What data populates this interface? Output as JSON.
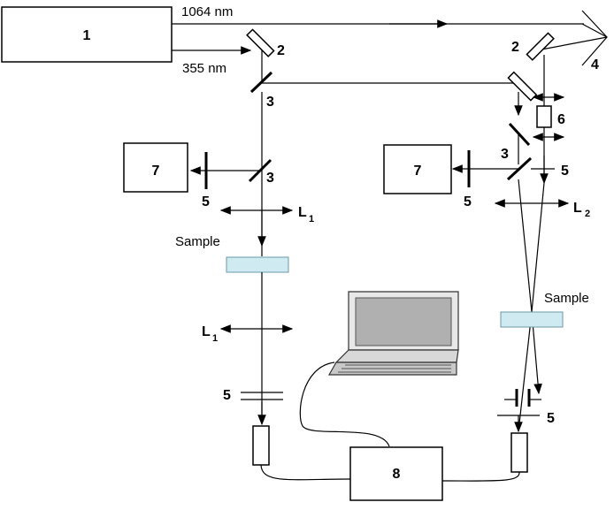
{
  "wavelengths": {
    "ir": "1064 nm",
    "uv": "355 nm"
  },
  "components": {
    "laser": "1",
    "mirror_main": "2",
    "mirror_right_top": "2",
    "mirror_left": "3",
    "splitter_left": "3",
    "splitter_right_top": "3",
    "splitter_right": "3",
    "prism": "4",
    "filter_left": "5",
    "filter_left_bottom": "5",
    "filter_right": "5",
    "filter_right_side": "5",
    "filter_right_bottom": "5",
    "filter_right_variable": "6",
    "detector_left": "7",
    "detector_right": "7",
    "daq": "8"
  },
  "lenses": {
    "l1_main": "L",
    "l1_main_sub": "1",
    "l1_lower": "L",
    "l1_lower_sub": "1",
    "l2_main": "L",
    "l2_sub": "2"
  },
  "samples": {
    "left": "Sample",
    "right": "Sample"
  },
  "colors": {
    "sample_fill": "#cfeaf0",
    "line": "#000000",
    "laptop_screen": "#b0b0b0",
    "laptop_body": "#d8d8d8"
  }
}
